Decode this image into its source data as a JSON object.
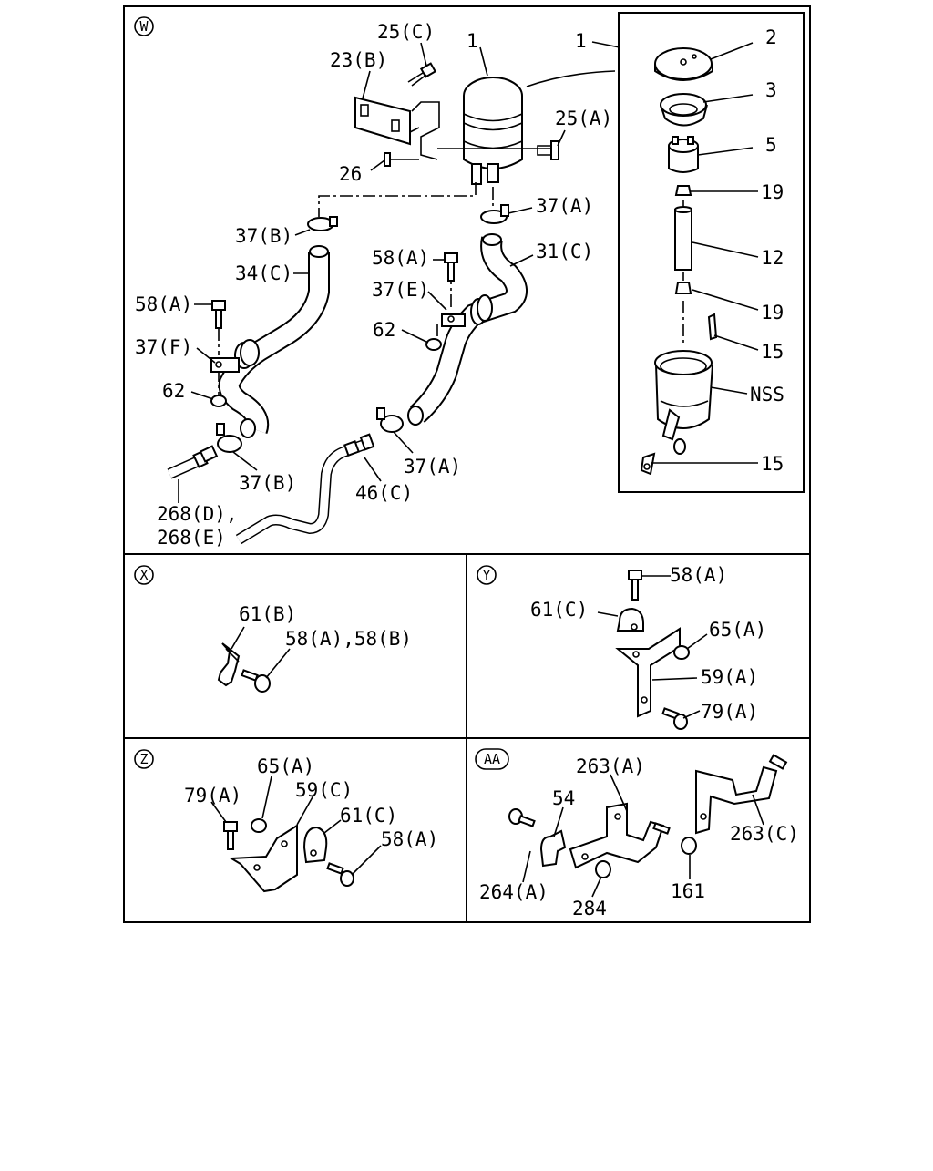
{
  "panels": {
    "W": {
      "marker": "W",
      "labels": {
        "l_25c": "25(C)",
        "l_1a": "1",
        "l_1b": "1",
        "l_23b": "23(B)",
        "l_2": "2",
        "l_3": "3",
        "l_25a": "25(A)",
        "l_5": "5",
        "l_26": "26",
        "l_19a": "19",
        "l_37a1": "37(A)",
        "l_37b1": "37(B)",
        "l_31c": "31(C)",
        "l_12": "12",
        "l_58a1": "58(A)",
        "l_34c": "34(C)",
        "l_37e": "37(E)",
        "l_58a2": "58(A)",
        "l_19b": "19",
        "l_62a": "62",
        "l_37f": "37(F)",
        "l_15a": "15",
        "l_nss": "NSS",
        "l_62b": "62",
        "l_37a2": "37(A)",
        "l_37b2": "37(B)",
        "l_15b": "15",
        "l_46c": "46(C)",
        "l_268d": "268(D),",
        "l_268e": "268(E)"
      }
    },
    "X": {
      "marker": "X",
      "labels": {
        "l_61b": "61(B)",
        "l_58ab": "58(A),58(B)"
      }
    },
    "Y": {
      "marker": "Y",
      "labels": {
        "l_58a": "58(A)",
        "l_61c": "61(C)",
        "l_65a": "65(A)",
        "l_59a": "59(A)",
        "l_79a": "79(A)"
      }
    },
    "Z": {
      "marker": "Z",
      "labels": {
        "l_65a": "65(A)",
        "l_79a": "79(A)",
        "l_59c": "59(C)",
        "l_61c": "61(C)",
        "l_58a": "58(A)"
      }
    },
    "AA": {
      "marker": "AA",
      "labels": {
        "l_263a": "263(A)",
        "l_54": "54",
        "l_263c": "263(C)",
        "l_264a": "264(A)",
        "l_161": "161",
        "l_284": "284"
      }
    }
  }
}
